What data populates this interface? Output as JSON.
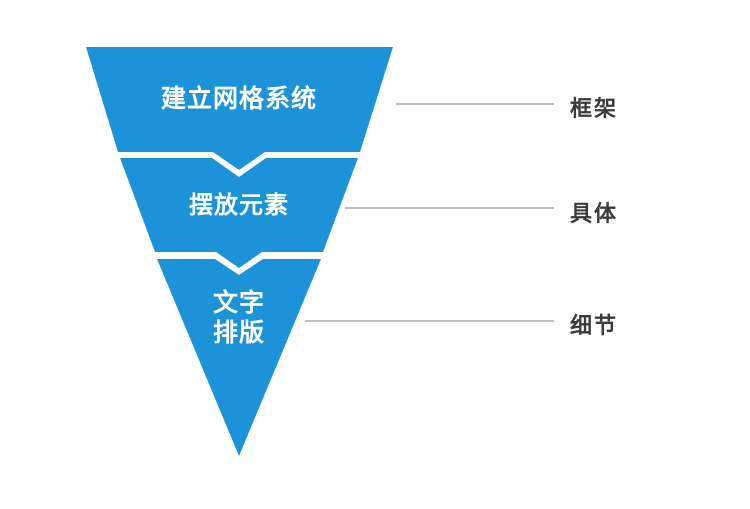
{
  "diagram": {
    "type": "inverted-funnel",
    "title": "",
    "background_color": "#ffffff",
    "funnel_color": "#1c92d8",
    "connector_color": "#9a9a9a",
    "segment_text_color": "#ffffff",
    "label_text_color": "#3b3b3b",
    "stages": [
      {
        "id": "stage-1",
        "text": "建立网格系统",
        "label": "框架",
        "order": 1
      },
      {
        "id": "stage-2",
        "text": "摆放元素",
        "label": "具体",
        "order": 2
      },
      {
        "id": "stage-3",
        "text": "文字\n排版",
        "label": "细节",
        "order": 3
      }
    ]
  }
}
